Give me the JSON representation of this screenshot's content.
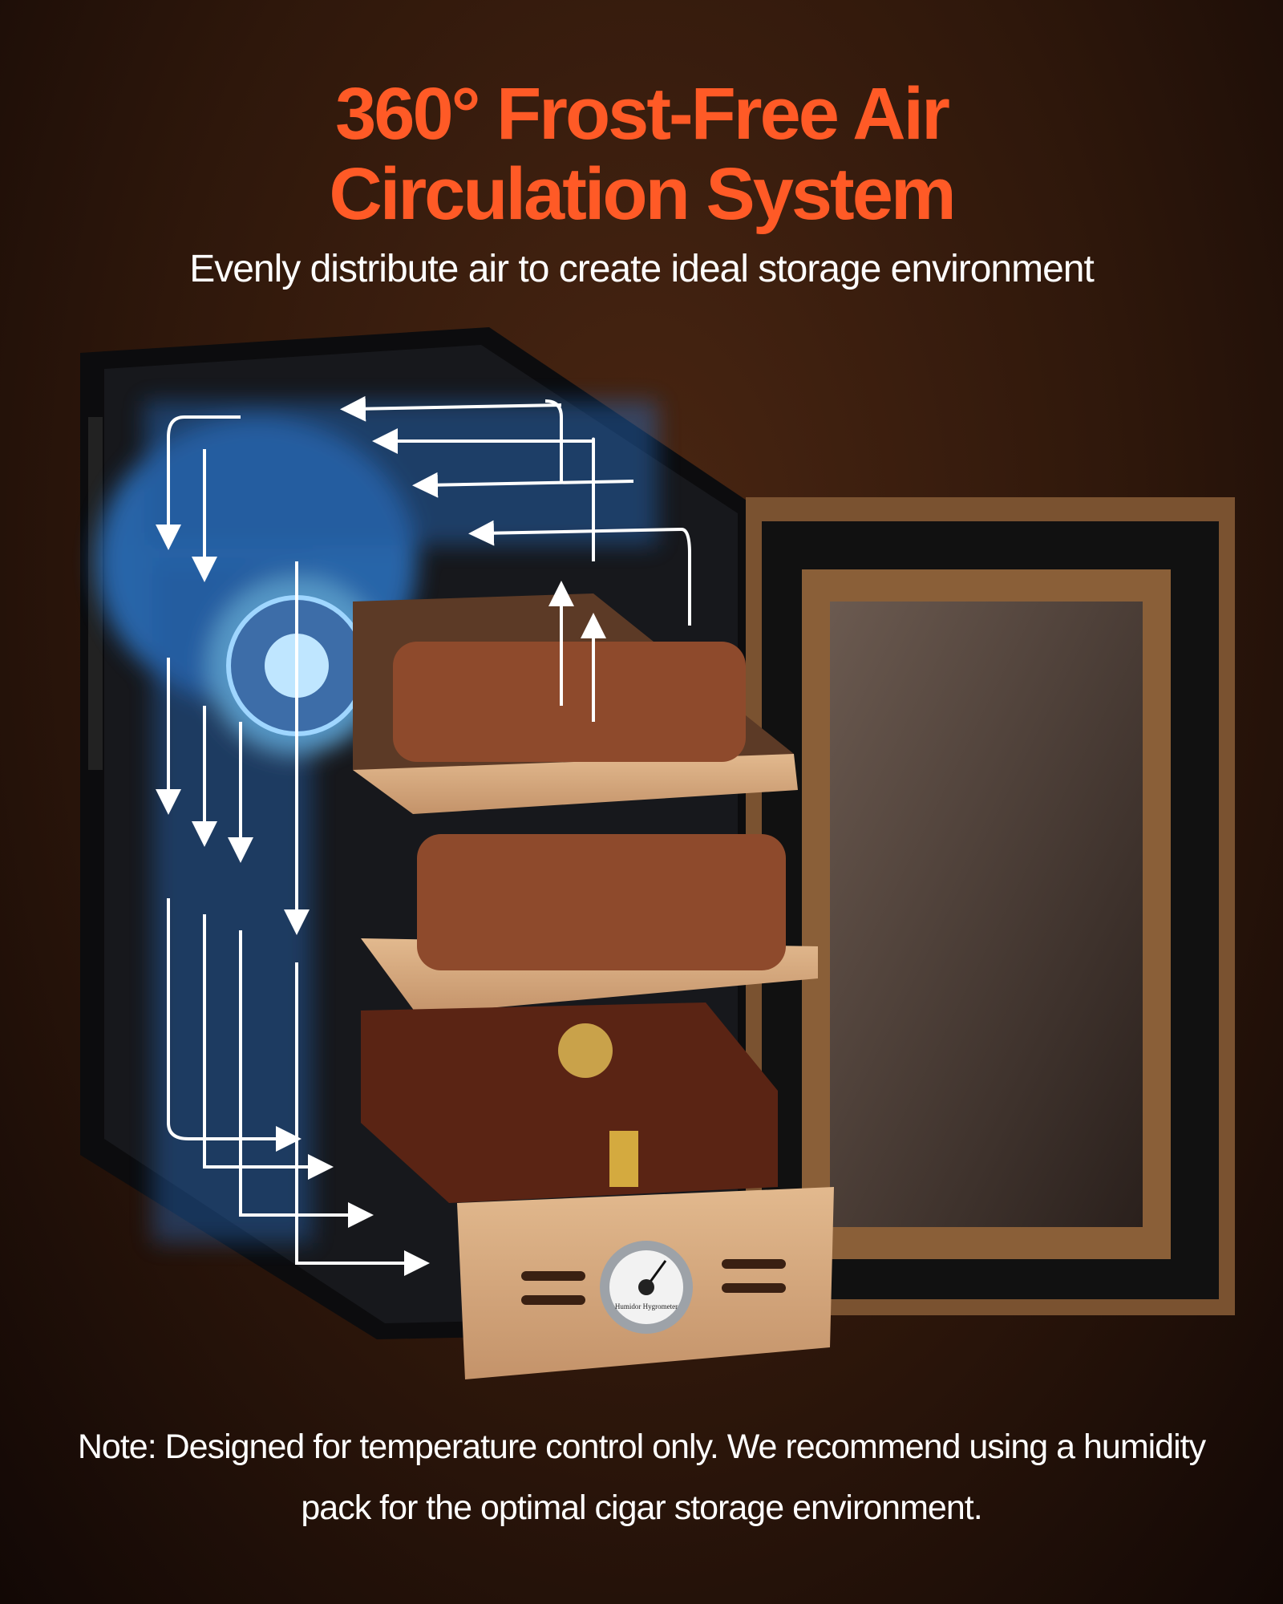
{
  "header": {
    "title_line1": "360° Frost-Free Air",
    "title_line2": "Circulation System",
    "subtitle": "Evenly distribute air to create ideal storage environment"
  },
  "product": {
    "hygrometer_label": "Humidor Hygrometer",
    "airflow_icon": "airflow-arrows-icon",
    "colors": {
      "accent": "#ff5a26",
      "airflow": "#5fb4ff",
      "wood": "#d8aa7c",
      "background": "#2e170b"
    }
  },
  "footer": {
    "note_line1": "Note: Designed for temperature control only. We recommend using a humidity",
    "note_line2": "pack for the optimal cigar storage environment."
  }
}
